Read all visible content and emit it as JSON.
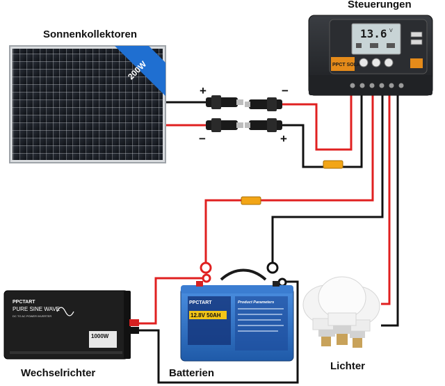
{
  "labels": {
    "solar_panel": "Sonnenkollektoren",
    "controller": "Steuerungen",
    "inverter": "Wechselrichter",
    "battery": "Batterien",
    "lights": "Lichter"
  },
  "panel_badge": "200W",
  "controller_display": "13.6",
  "controller_display_unit": "V",
  "controller_brand": "PPCT SOLAR",
  "inverter_brand": "PPCTART",
  "inverter_model": "PURE SINE WAVE",
  "inverter_sub": "DC TO AC POWER INVERTER",
  "inverter_power": "1000W",
  "battery_brand": "PPCTART",
  "battery_spec": "12.8V 50AH",
  "battery_params_title": "Product Parameters",
  "polarity": {
    "plus": "+",
    "minus": "−"
  },
  "colors": {
    "positive": "#e02020",
    "negative": "#111111",
    "fuse": "#f2a516",
    "battery": "#2d6fc4"
  }
}
